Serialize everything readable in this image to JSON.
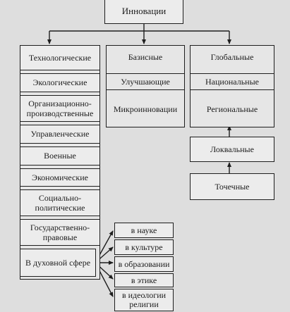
{
  "title": "Инновации",
  "left_column": [
    "Технологические",
    "Экологические",
    "Организационно-производственные",
    "Управленческие",
    "Военные",
    "Экономические",
    "Социально-политические",
    "Государственно-правовые",
    "В духовной сфере"
  ],
  "middle_column": [
    "Базисные",
    "Улучшающие",
    "Микроинновации"
  ],
  "right_column": [
    "Глобальные",
    "Национальные",
    "Региональные"
  ],
  "right_lower": [
    "Локвальные",
    "Точечные"
  ],
  "spiritual_branches": [
    "в науке",
    "в культуре",
    "в образовании",
    "в этике",
    "в идеологии религии"
  ]
}
